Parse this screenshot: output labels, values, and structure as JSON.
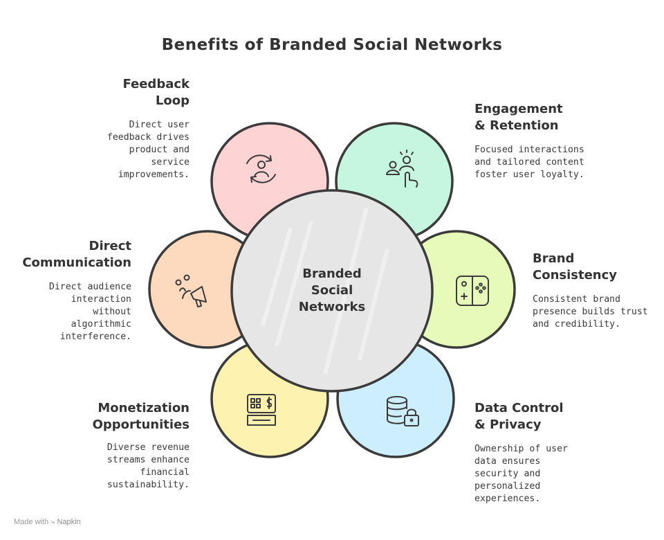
{
  "title": "Benefits of Branded Social Networks",
  "center": {
    "label": "Branded\nSocial\nNetworks"
  },
  "colors": {
    "center": "#e6e6e6",
    "feedback": "#fdd3d3",
    "engagement": "#c6f5e0",
    "brand": "#e6fab9",
    "data": "#cdeffd",
    "monetization": "#fdf2b0",
    "direct": "#fdd9bd",
    "stroke": "#3b3b3b"
  },
  "benefits": [
    {
      "id": "feedback",
      "icon": "feedback-loop-icon",
      "heading": "Feedback\nLoop",
      "description": "Direct user\nfeedback drives\nproduct and\nservice\nimprovements."
    },
    {
      "id": "engagement",
      "icon": "engagement-users-icon",
      "heading": "Engagement\n& Retention",
      "description": "Focused interactions\nand tailored content\nfoster user loyalty."
    },
    {
      "id": "brand",
      "icon": "game-controller-icon",
      "heading": "Brand\nConsistency",
      "description": "Consistent brand\npresence builds trust\nand credibility."
    },
    {
      "id": "data",
      "icon": "database-lock-icon",
      "heading": "Data Control\n& Privacy",
      "description": "Ownership of user\ndata ensures\nsecurity and\npersonalized\nexperiences."
    },
    {
      "id": "monetization",
      "icon": "cash-register-icon",
      "heading": "Monetization\nOpportunities",
      "description": "Diverse revenue\nstreams enhance\nfinancial\nsustainability."
    },
    {
      "id": "direct",
      "icon": "megaphone-audience-icon",
      "heading": "Direct\nCommunication",
      "description": "Direct audience\ninteraction\nwithout\nalgorithmic\ninterference."
    }
  ],
  "footer": {
    "made_with": "Made with",
    "brand": "Napkin"
  }
}
